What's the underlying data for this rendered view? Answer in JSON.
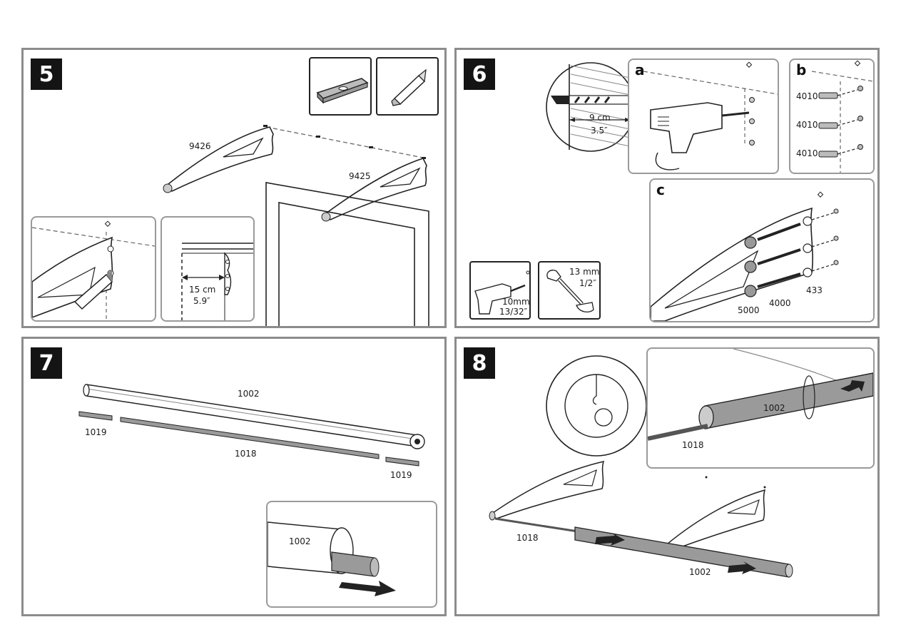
{
  "steps": [
    {
      "number": "5",
      "labels": {
        "bracket_left": "9426",
        "bracket_right": "9425",
        "measure_cm": "15 cm",
        "measure_in": "5.9″"
      },
      "tools": [
        "spirit-level-icon",
        "pencil-icon"
      ]
    },
    {
      "number": "6",
      "sub": {
        "a": "a",
        "b": "b",
        "c": "c"
      },
      "labels": {
        "depth_cm": "9 cm",
        "depth_in": "3.5″",
        "anchor_1": "4010",
        "anchor_2": "4010",
        "anchor_3": "4010",
        "part_433": "433",
        "part_4000": "4000",
        "part_5000": "5000",
        "drill_mm": "10mm",
        "drill_in": "13/32″",
        "wrench_mm": "13 mm",
        "wrench_in": "1/2″"
      },
      "tools": [
        "drill-icon",
        "wrench-icon"
      ]
    },
    {
      "number": "7",
      "labels": {
        "tube": "1002",
        "rod_center": "1018",
        "rod_left": "1019",
        "rod_right": "1019",
        "inset_tube": "1002"
      }
    },
    {
      "number": "8",
      "labels": {
        "inset_tube": "1002",
        "inset_rod": "1018",
        "rod": "1018",
        "tube": "1002"
      }
    }
  ],
  "colors": {
    "frame": "#8c8c8c",
    "ink": "#1a1a1a",
    "badge": "#141414",
    "rod_fill": "#9a9a9a"
  }
}
